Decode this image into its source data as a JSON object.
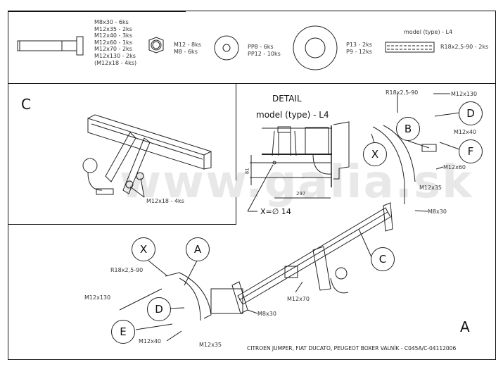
{
  "parts_box": {
    "bolts": [
      "M8x30 - 6ks",
      "M12x35 - 2ks",
      "M12x40 - 3ks",
      "M12x60 - 1ks",
      "M12x70 - 2ks",
      "M12x130 - 2ks",
      "(M12x18 - 4ks)"
    ],
    "nuts": [
      "M12 - 8ks",
      "M8 - 6ks"
    ],
    "washers_small": [
      "PP8 - 6ks",
      "PP12 - 10ks"
    ],
    "washers_large": [
      "P13 - 2ks",
      "P9 - 12ks"
    ],
    "tube_title": "model (type) - L4",
    "tube": "R18x2,5-90 - 2ks"
  },
  "detail_c": {
    "letter": "C",
    "bolt_label": "M12x18 - 4ks"
  },
  "detail_l4": {
    "title": "DETAIL",
    "subtitle": "model (type) - L4",
    "dim_vertical": "81",
    "dim_horizontal": "297",
    "hole": "X=∅ 14"
  },
  "assembly": {
    "watermark": "www.galia.sk",
    "callouts": {
      "B": "B",
      "D_right": "D",
      "X_right": "X",
      "F": "F",
      "X_left": "X",
      "A": "A",
      "C": "C",
      "D_left": "D",
      "E": "E"
    },
    "labels": {
      "r18_right": "R18x2,5-90",
      "m12x130_right": "M12x130",
      "m12x40_right": "M12x40",
      "m12x60": "M12x60",
      "m12x35_right": "M12x35",
      "m8x30_right": "M8x30",
      "r18_left": "R18x2,5-90",
      "m12x130_left": "M12x130",
      "m12x40_left": "M12x40",
      "m12x35_left": "M12x35",
      "m8x30_left": "M8x30",
      "m12x70": "M12x70"
    },
    "section_letter": "A",
    "footer": "CITROEN JUMPER, FIAT DUCATO, PEUGEOT BOXER VALNÍK - C045A/C-04112006"
  }
}
